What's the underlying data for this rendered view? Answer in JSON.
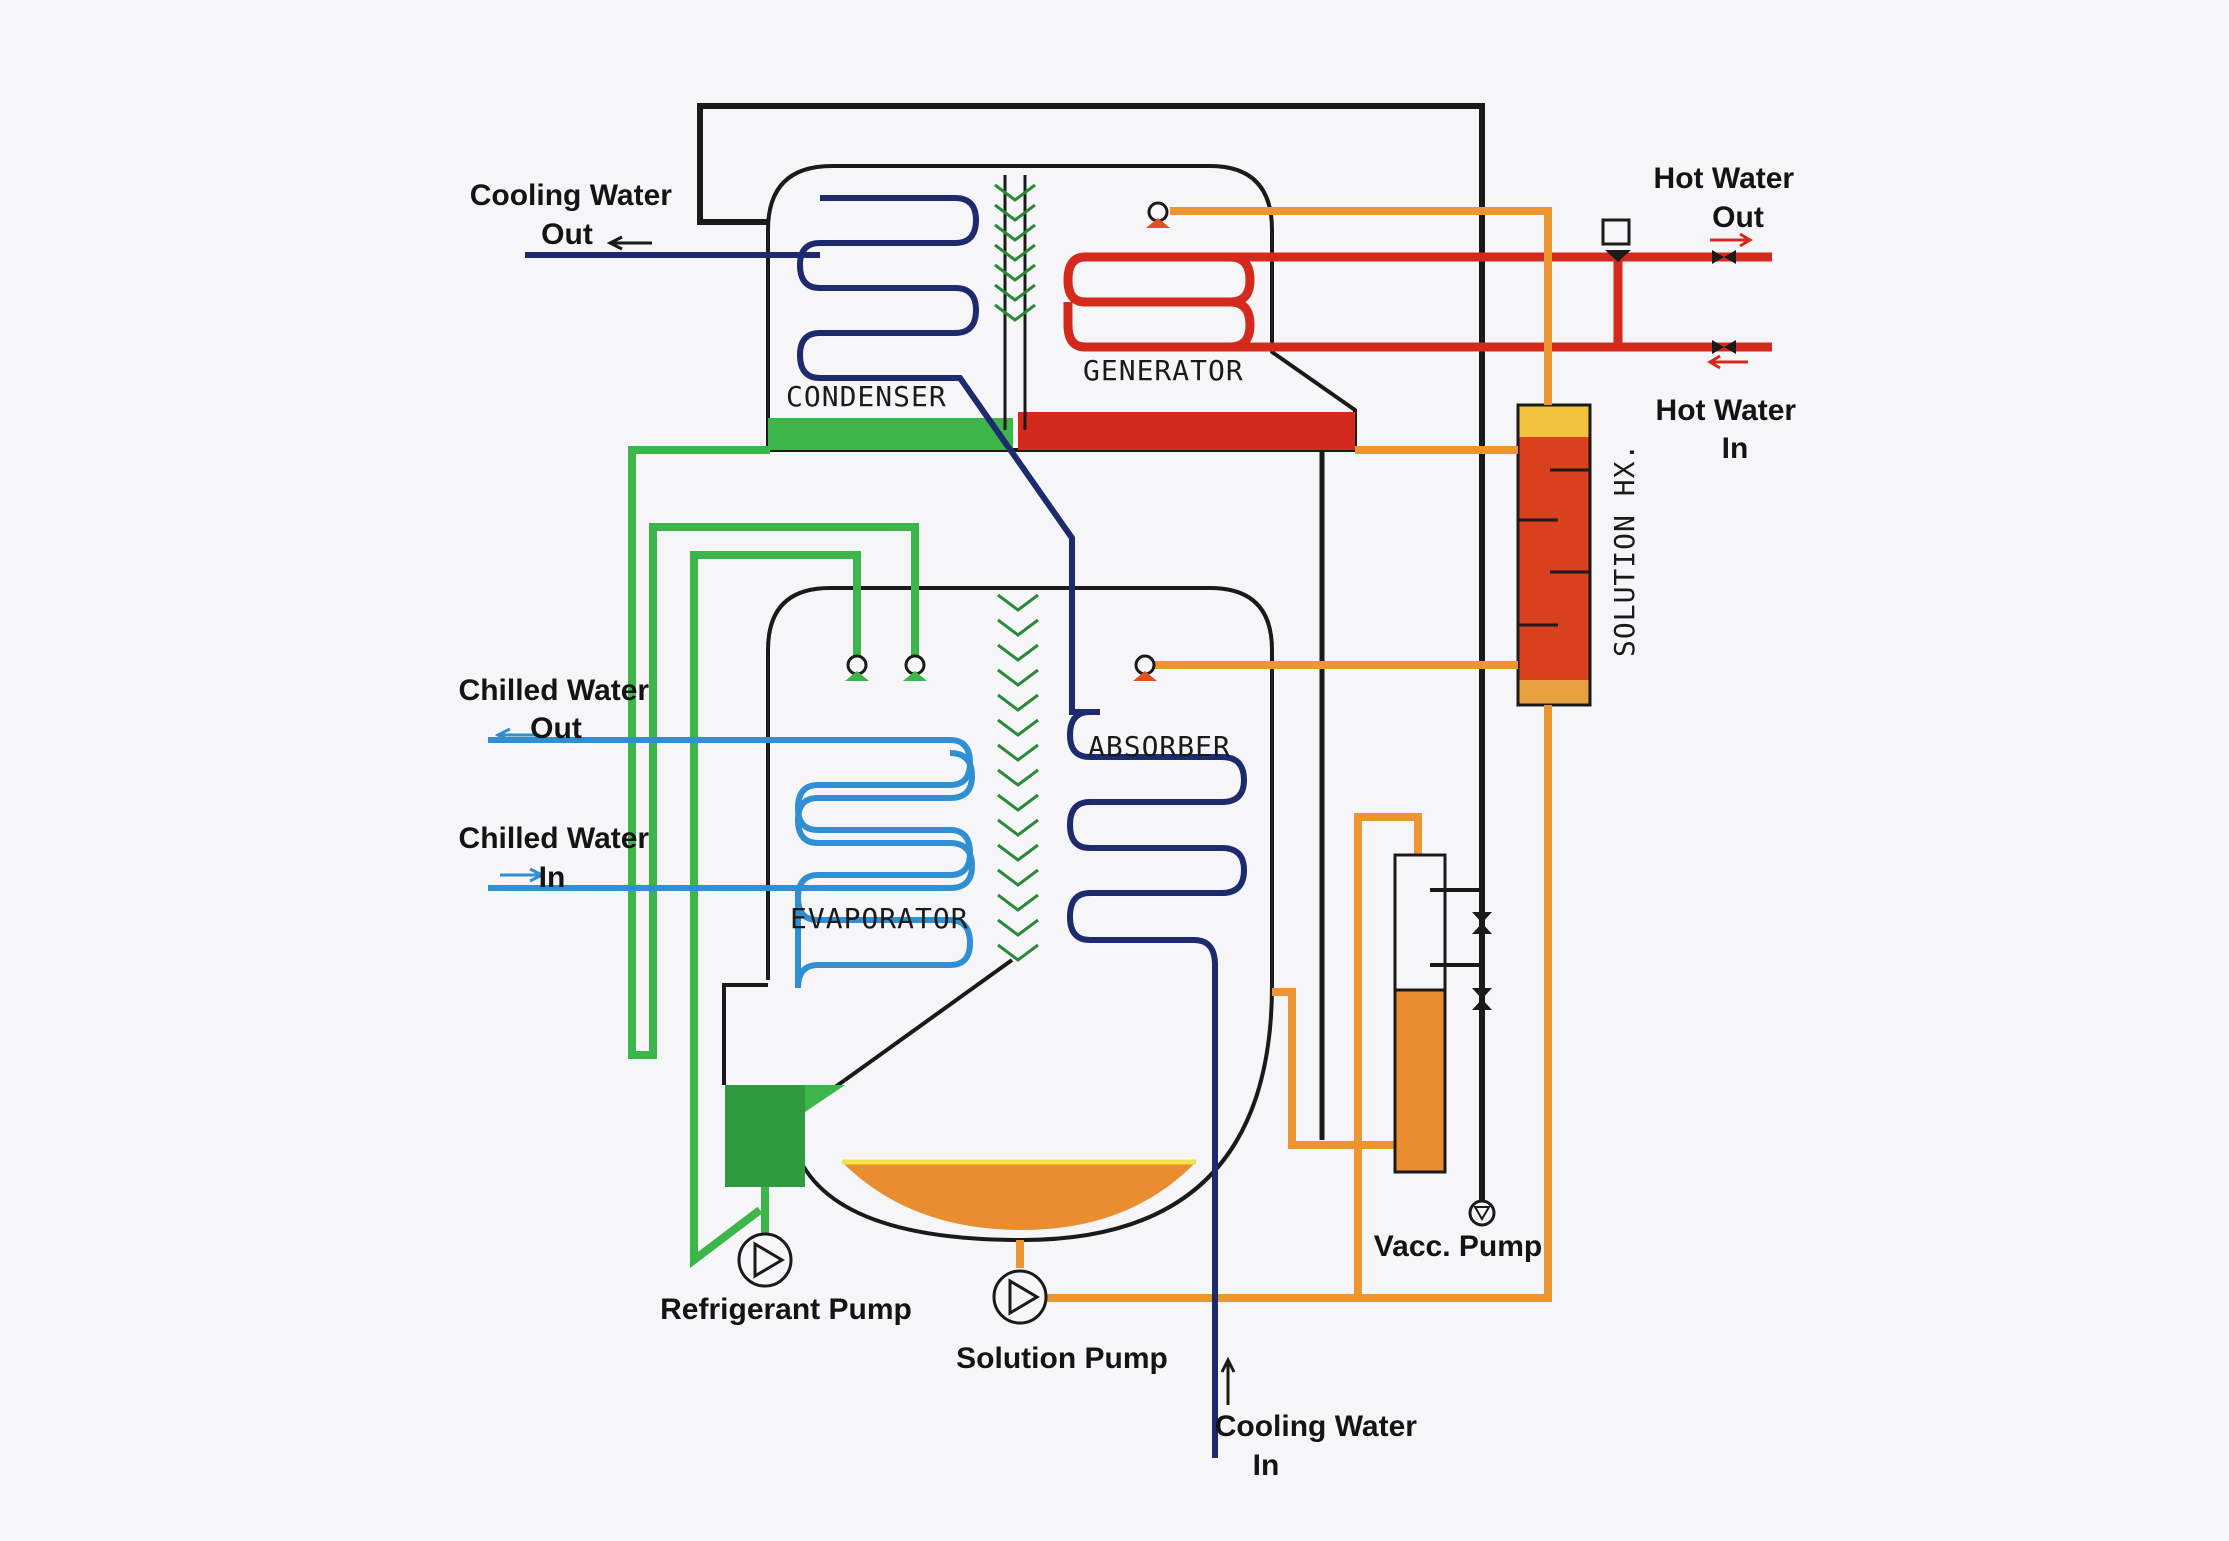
{
  "labels": {
    "cooling_water_out": [
      "Cooling Water",
      "Out"
    ],
    "cooling_water_in": [
      "Cooling Water",
      "In"
    ],
    "hot_water_out": [
      "Hot Water",
      "Out"
    ],
    "hot_water_in": [
      "Hot Water",
      "In"
    ],
    "chilled_water_out": [
      "Chilled Water",
      "Out"
    ],
    "chilled_water_in": [
      "Chilled Water",
      "In"
    ],
    "condenser": "CONDENSER",
    "generator": "GENERATOR",
    "absorber": "ABSORBER",
    "evaporator": "EVAPORATOR",
    "solution_hx": "SOLUTION HX.",
    "refrigerant_pump": "Refrigerant Pump",
    "solution_pump": "Solution Pump",
    "vacc_pump": "Vacc. Pump"
  },
  "colors": {
    "background": "#f6f6f8",
    "cooling_water": "#1d2a6e",
    "chilled_water": "#2f8fd2",
    "hot_water": "#d42a1e",
    "solution": "#ec9632",
    "refrigerant": "#3cb64a",
    "shell": "#222222"
  }
}
